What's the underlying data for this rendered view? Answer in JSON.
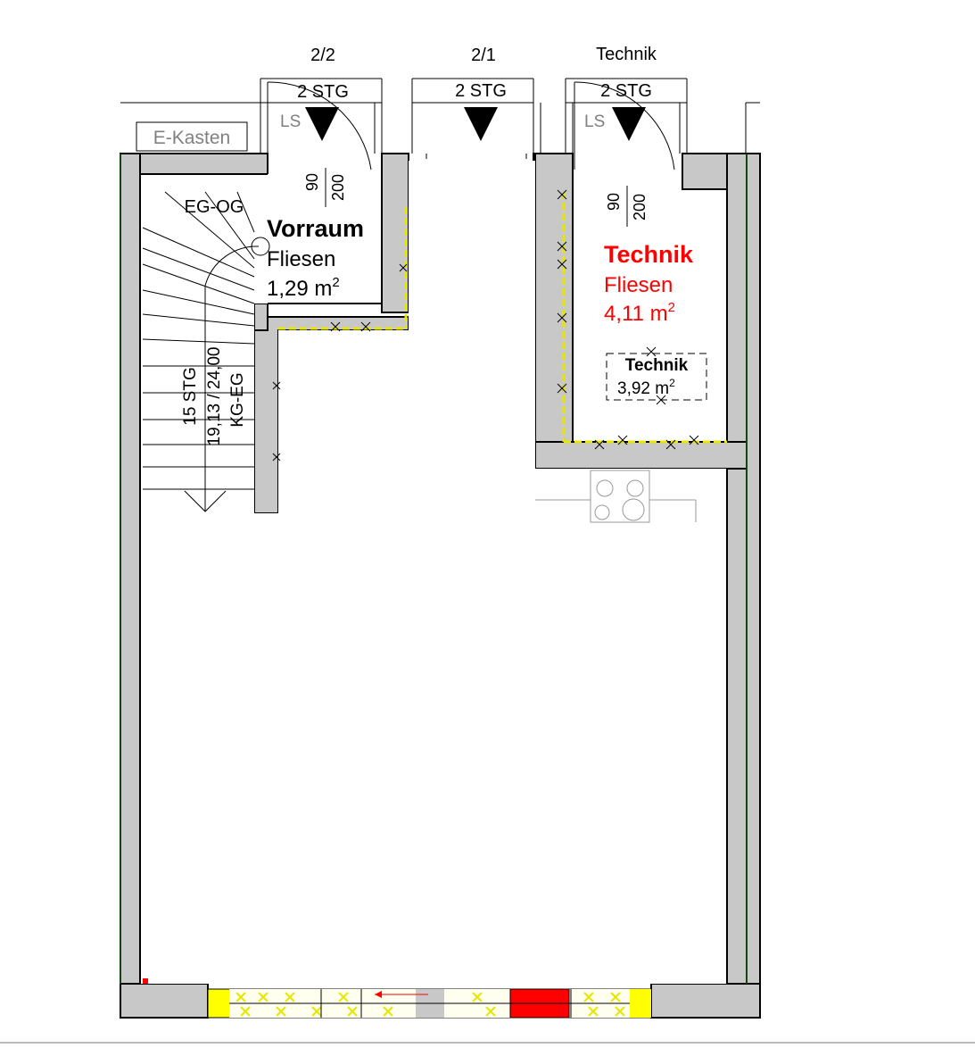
{
  "doors": [
    {
      "number": "2/2",
      "steps": "2 STG",
      "ls": "LS"
    },
    {
      "number": "2/1",
      "steps": "2 STG"
    },
    {
      "number": "Technik",
      "steps": "2 STG",
      "ls": "LS"
    }
  ],
  "e_kasten": "E-Kasten",
  "stair": {
    "up_label": "EG-OG",
    "steps_label": "15 STG",
    "ratio_label": "19,13 / 24,00",
    "down_label": "KG-EG"
  },
  "vorraum": {
    "door_width": "90",
    "door_height": "200",
    "name": "Vorraum",
    "floor": "Fliesen",
    "area": "1,29 m",
    "area_unit_sup": "2"
  },
  "technik": {
    "door_width": "90",
    "door_height": "200",
    "name": "Technik",
    "floor": "Fliesen",
    "area": "4,11 m",
    "area_unit_sup": "2",
    "sub_name": "Technik",
    "sub_area": "3,92 m",
    "sub_area_unit_sup": "2"
  },
  "colors": {
    "wall": "#c8c8c8",
    "line": "#000000",
    "accent_red": "#ff0000",
    "yellow": "#ffff00",
    "grey_text": "#808080"
  }
}
